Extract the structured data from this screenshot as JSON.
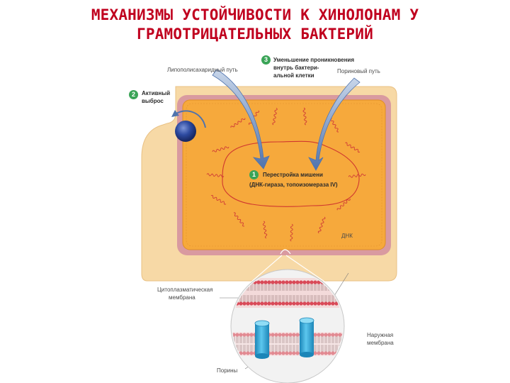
{
  "title": {
    "line1": "МЕХАНИЗМЫ УСТОЙЧИВОСТИ К ХИНОЛОНАМ У",
    "line2": "ГРАМОТРИЦАТЕЛЬНЫХ БАКТЕРИЙ"
  },
  "mechanisms": [
    {
      "number": "1",
      "line1": "Перестройка мишени",
      "line2": "(ДНК-гираза, топоизомераза IV)"
    },
    {
      "number": "2",
      "line1": "Активный",
      "line2": "выброс"
    },
    {
      "number": "3",
      "line1": "Уменьшение проникновения",
      "line2": "внутрь бактери-",
      "line3": "альной клетки"
    }
  ],
  "labels": {
    "lps_path": "Липополисахаридный путь",
    "porin_path": "Пориновый путь",
    "dna": "ДНК",
    "cytoplasmic_membrane_1": "Цитоплазматическая",
    "cytoplasmic_membrane_2": "мембрана",
    "outer_membrane_1": "Наружная",
    "outer_membrane_2": "мембрана",
    "porins": "Порины"
  },
  "colors": {
    "title": "#c0001e",
    "cell_fill": "#f6a93c",
    "membrane_pink": "#d99aa0",
    "badge": "#3aa457",
    "arrow": "#5d7fb0",
    "pump": "#2d4aa0",
    "porin": "#2da7d6"
  }
}
